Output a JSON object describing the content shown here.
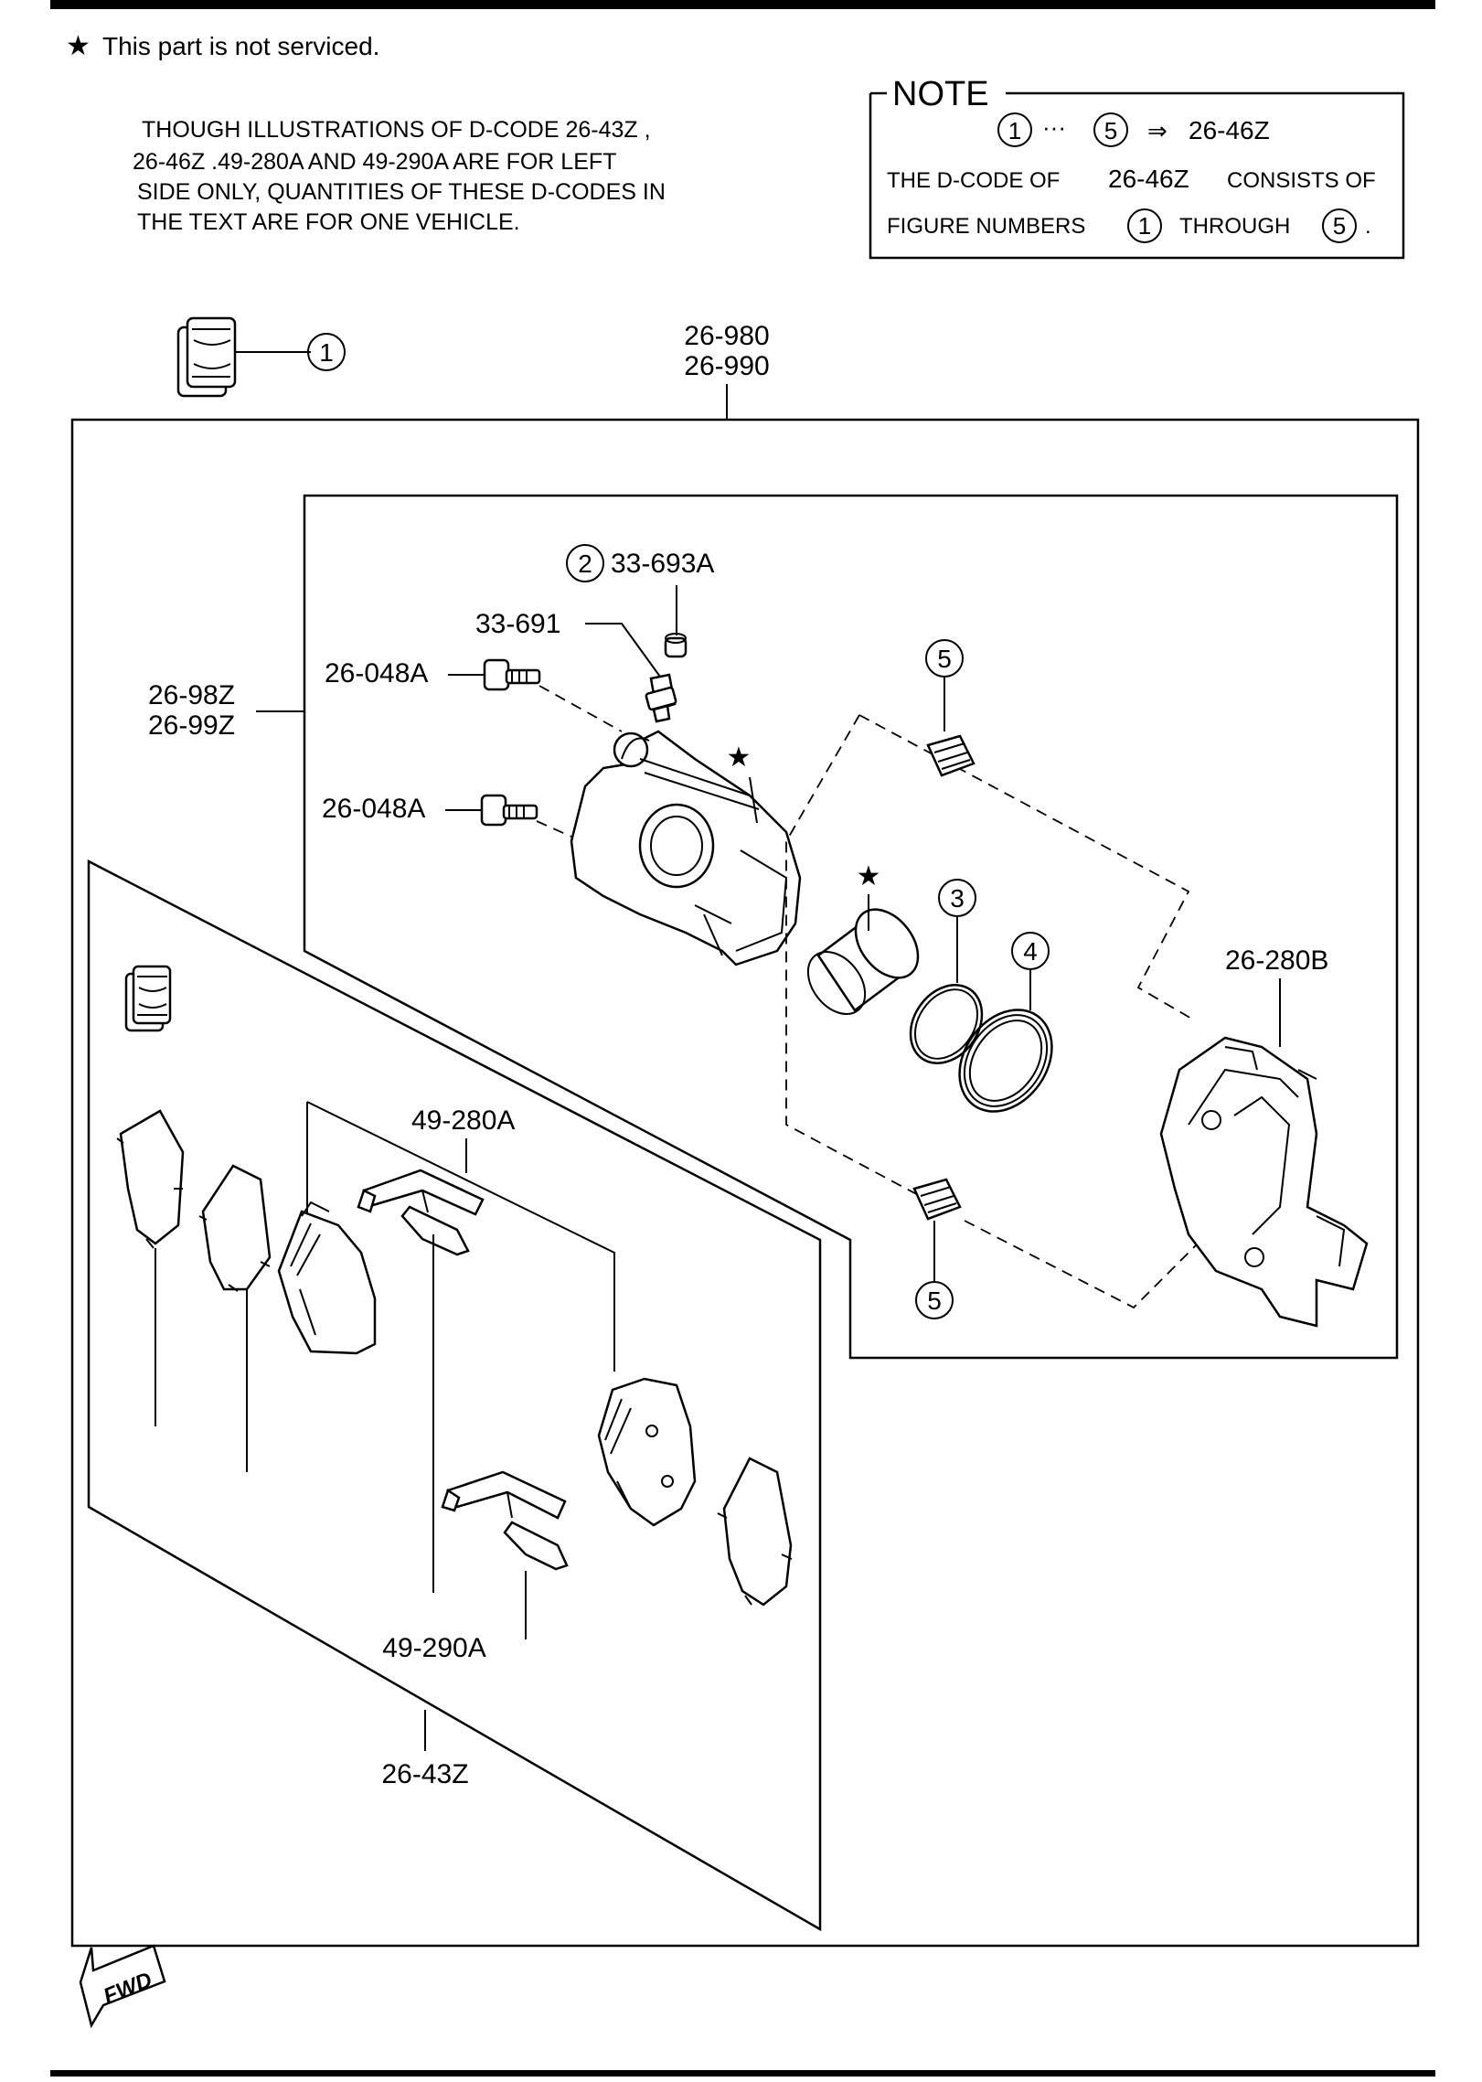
{
  "header": {
    "legend_star": "★",
    "legend_text": "This part is not serviced."
  },
  "intro": {
    "line1": "THOUGH ILLUSTRATIONS OF D-CODE 26-43Z ,",
    "line2": "26-46Z .49-280A AND 49-290A ARE FOR LEFT",
    "line3": "SIDE ONLY, QUANTITIES OF THESE D-CODES IN",
    "line4": "THE TEXT ARE FOR ONE VEHICLE."
  },
  "note": {
    "title": "NOTE",
    "range_start": "1",
    "range_dots": "···",
    "range_end": "5",
    "arrow": "⇒",
    "range_code": "26-46Z",
    "line2_a": "THE D-CODE OF",
    "line2_code": "26-46Z",
    "line2_b": "CONSISTS OF",
    "line3_a": "FIGURE NUMBERS",
    "line3_from": "1",
    "line3_mid": "THROUGH",
    "line3_to": "5",
    "line3_end": "."
  },
  "callouts": {
    "circle_1": "1",
    "circle_2": "2",
    "circle_3": "3",
    "circle_4": "4",
    "circle_5a": "5",
    "circle_5b": "5",
    "star_a": "★",
    "star_b": "★"
  },
  "labels": {
    "assembly_top_1": "26-980",
    "assembly_top_2": "26-990",
    "caliper_left_1": "26-98Z",
    "caliper_left_2": "26-99Z",
    "cap": "33-693A",
    "bleeder": "33-691",
    "bolt_upper": "26-048A",
    "bolt_lower": "26-048A",
    "bracket": "26-280B",
    "shim_upper": "49-280A",
    "shim_lower": "49-290A",
    "pad_kit": "26-43Z"
  },
  "fwd_text": "FWD"
}
